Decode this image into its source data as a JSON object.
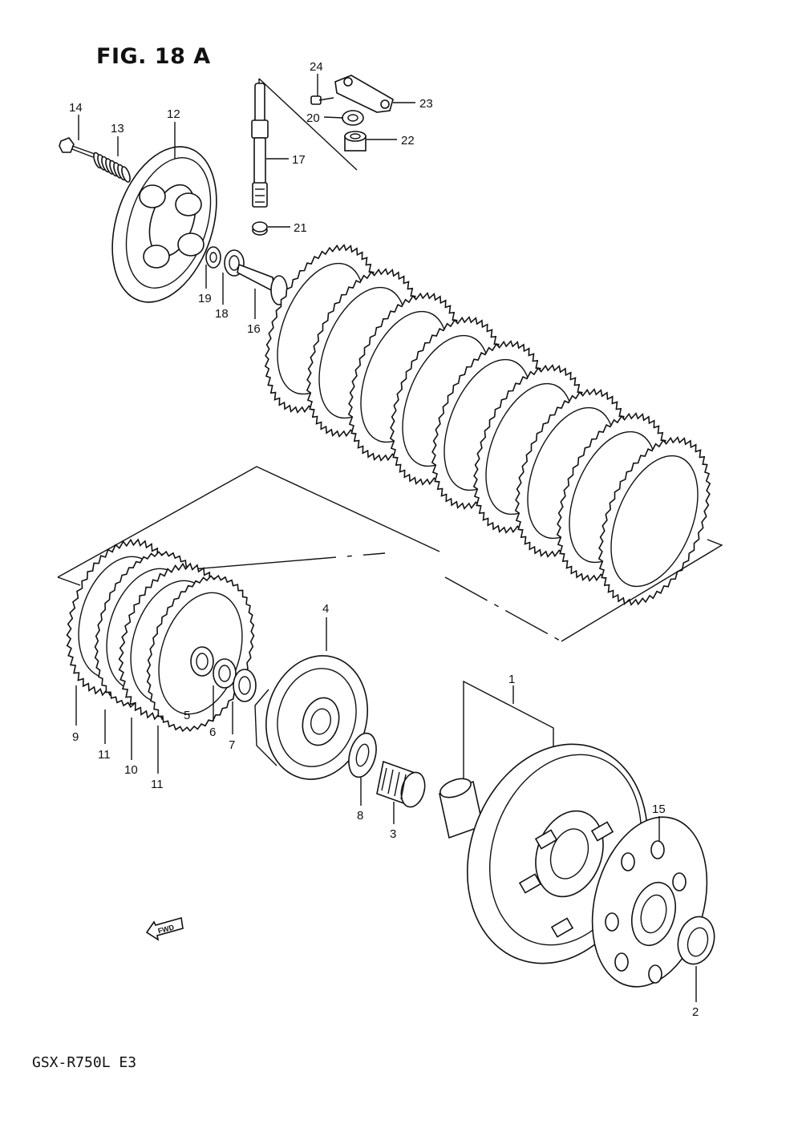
{
  "figure": {
    "title": "FIG. 18 A",
    "model_code": "GSX-R750L  E3",
    "fwd_label": "FWD"
  },
  "colors": {
    "ink": "#111111",
    "paper": "#ffffff"
  },
  "parts": [
    {
      "num": "1",
      "icon": "clutch-housing-assembly-icon"
    },
    {
      "num": "2",
      "icon": "thrust-washer-icon"
    },
    {
      "num": "3",
      "icon": "needle-bearing-icon"
    },
    {
      "num": "4",
      "icon": "clutch-sleeve-hub-icon"
    },
    {
      "num": "5",
      "icon": "nut-icon"
    },
    {
      "num": "6",
      "icon": "lock-washer-icon"
    },
    {
      "num": "7",
      "icon": "washer-icon"
    },
    {
      "num": "8",
      "icon": "washer-icon"
    },
    {
      "num": "9",
      "icon": "wave-washer-icon"
    },
    {
      "num": "10",
      "icon": "drive-plate-icon"
    },
    {
      "num": "11",
      "icon": "driven-plate-icon"
    },
    {
      "num": "12",
      "icon": "pressure-plate-icon"
    },
    {
      "num": "13",
      "icon": "clutch-spring-icon"
    },
    {
      "num": "14",
      "icon": "bolt-icon"
    },
    {
      "num": "15",
      "icon": "primary-gear-icon"
    },
    {
      "num": "16",
      "icon": "push-piece-icon"
    },
    {
      "num": "17",
      "icon": "release-shaft-icon"
    },
    {
      "num": "18",
      "icon": "bearing-icon"
    },
    {
      "num": "19",
      "icon": "washer-icon"
    },
    {
      "num": "20",
      "icon": "oil-seal-icon"
    },
    {
      "num": "21",
      "icon": "bearing-icon"
    },
    {
      "num": "22",
      "icon": "bearing-icon"
    },
    {
      "num": "23",
      "icon": "release-arm-icon"
    },
    {
      "num": "24",
      "icon": "bolt-icon"
    }
  ]
}
